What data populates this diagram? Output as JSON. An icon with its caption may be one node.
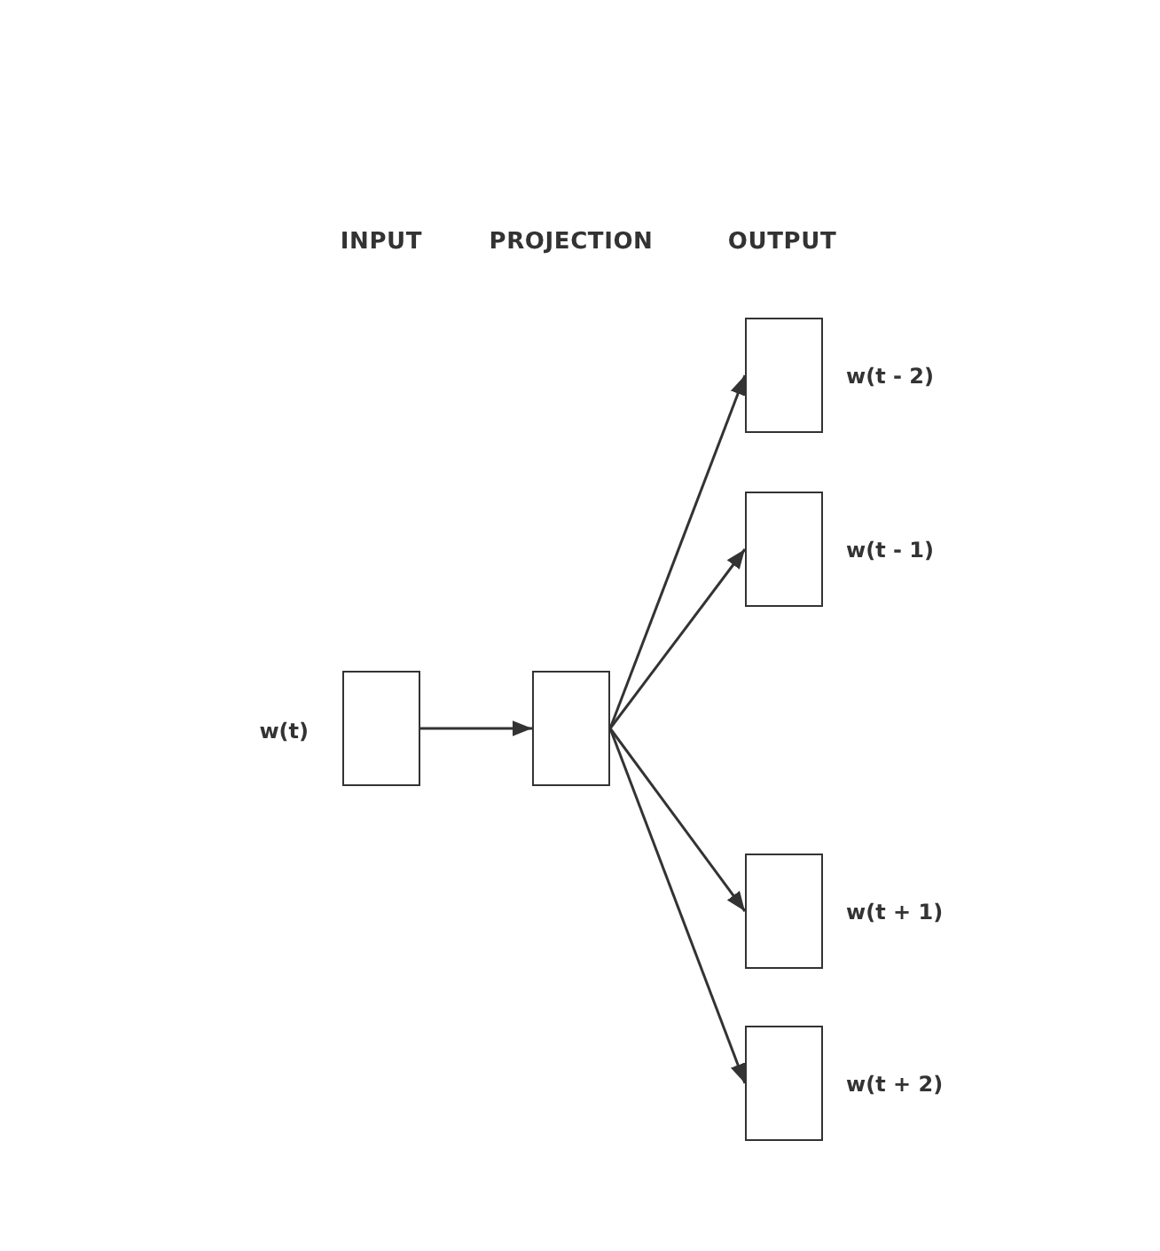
{
  "diagram": {
    "nodes": [
      {
        "text": [],
        "shape": "box",
        "beside": [
          "w(t)"
        ]
      },
      {
        "text": [],
        "shape": "box"
      },
      {
        "text": [],
        "shape": "box",
        "beside": [
          "w(t - 2)"
        ]
      },
      {
        "text": [],
        "shape": "box",
        "beside": [
          "w(t - 1)"
        ]
      },
      {
        "text": [],
        "shape": "box",
        "beside": [
          "w(t + 1)"
        ]
      },
      {
        "text": [],
        "shape": "box",
        "beside": [
          "w(t + 2)"
        ]
      }
    ],
    "edges": [
      {
        "from": 0,
        "to": 1,
        "arrow": "to"
      },
      {
        "from": 1,
        "to": 2,
        "arrow": "to"
      },
      {
        "from": 1,
        "to": 3,
        "arrow": "to"
      },
      {
        "from": 1,
        "to": 4,
        "arrow": "to"
      },
      {
        "from": 1,
        "to": 5,
        "arrow": "to"
      }
    ],
    "labels": [
      "INPUT",
      "PROJECTION",
      "OUTPUT"
    ]
  }
}
